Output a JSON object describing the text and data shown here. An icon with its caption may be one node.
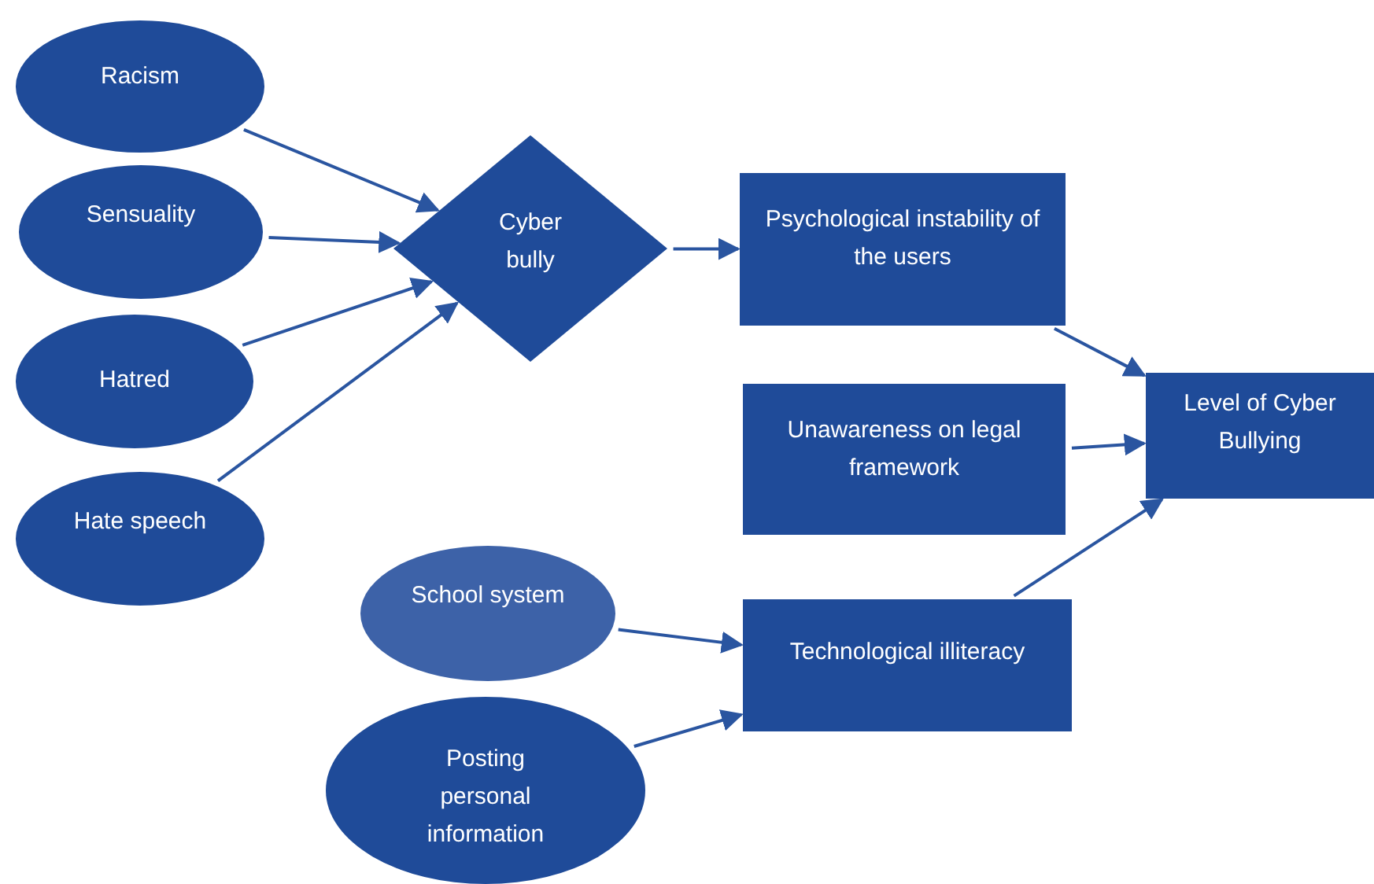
{
  "diagram": {
    "nodes": [
      {
        "text": [
          "Racism"
        ]
      },
      {
        "text": [
          "Sensuality"
        ]
      },
      {
        "text": [
          "Hatred"
        ]
      },
      {
        "text": [
          "Hate speech"
        ]
      },
      {
        "text": [
          "Cyber bully"
        ]
      },
      {
        "text": [
          "Psychological instability of the users"
        ]
      },
      {
        "text": [
          "Unawareness on legal framework"
        ]
      },
      {
        "text": [
          "Level of Cyber Bullying"
        ]
      },
      {
        "text": [
          "School system"
        ]
      },
      {
        "text": [
          "Posting personal information"
        ]
      },
      {
        "text": [
          "Technological illiteracy"
        ]
      }
    ],
    "edges": [
      {
        "from": 0,
        "to": 4,
        "arrow": "to"
      },
      {
        "from": 1,
        "to": 4,
        "arrow": "to"
      },
      {
        "from": 2,
        "to": 4,
        "arrow": "to"
      },
      {
        "from": 3,
        "to": 4,
        "arrow": "to"
      },
      {
        "from": 4,
        "to": 5,
        "arrow": "to"
      },
      {
        "from": 5,
        "to": 7,
        "arrow": "to"
      },
      {
        "from": 6,
        "to": 7,
        "arrow": "to"
      },
      {
        "from": 10,
        "to": 7,
        "arrow": "to"
      },
      {
        "from": 8,
        "to": 10,
        "arrow": "to"
      },
      {
        "from": 9,
        "to": 10,
        "arrow": "to"
      }
    ]
  }
}
